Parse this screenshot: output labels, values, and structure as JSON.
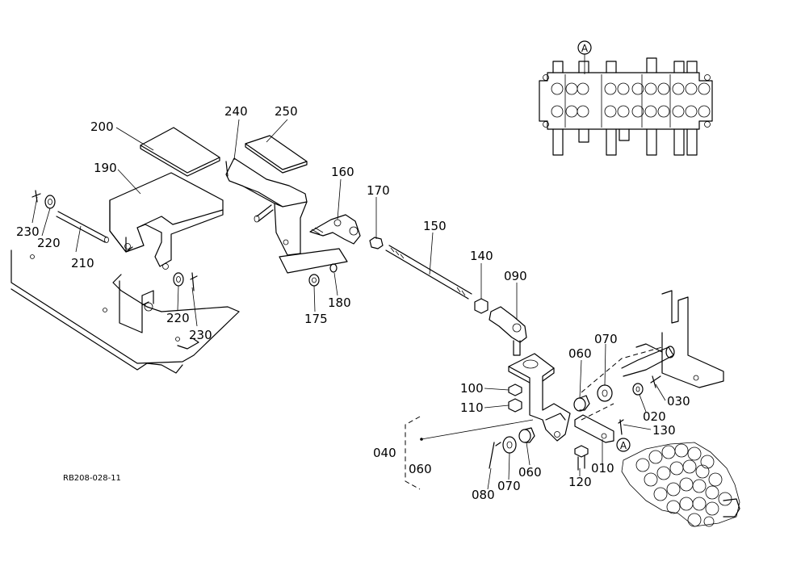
{
  "figure_code": "RB208-028-11",
  "detail_marker": "A",
  "callouts": {
    "c200": "200",
    "c190": "190",
    "c230a": "230",
    "c220a": "220",
    "c210": "210",
    "c220b": "220",
    "c230b": "230",
    "c240": "240",
    "c250": "250",
    "c160": "160",
    "c170": "170",
    "c175": "175",
    "c180": "180",
    "c150": "150",
    "c140": "140",
    "c090": "090",
    "c070a": "070",
    "c060a": "060",
    "c100": "100",
    "c110": "110",
    "c040": "040",
    "c060b": "060",
    "c020": "020",
    "c030": "030",
    "c130": "130",
    "c010": "010",
    "c120": "120",
    "c060c": "060",
    "c070b": "070",
    "c080": "080"
  }
}
